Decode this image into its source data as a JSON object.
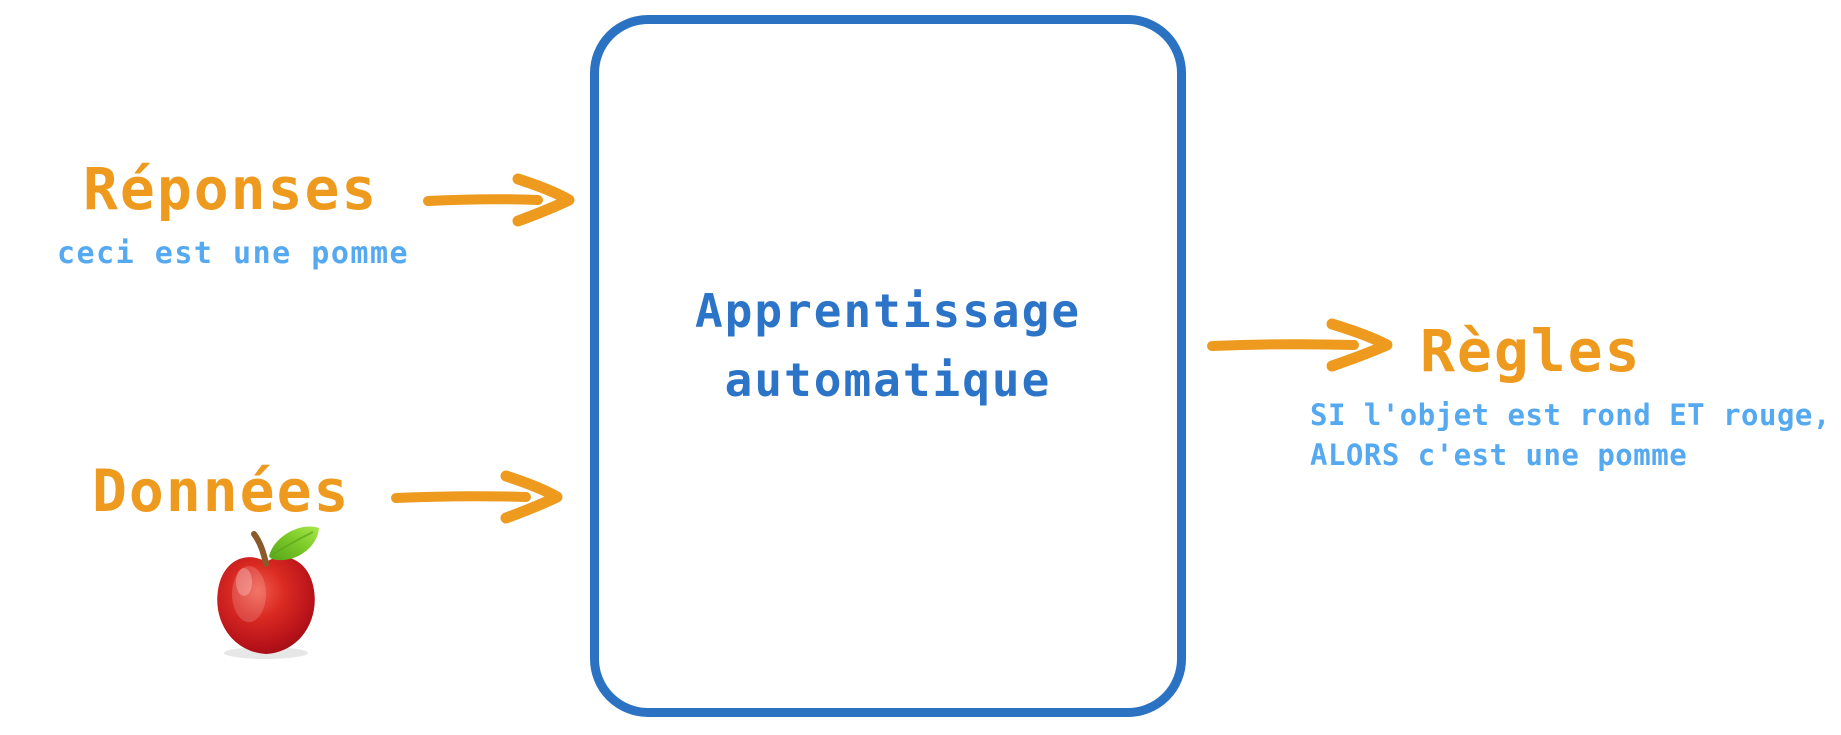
{
  "colors": {
    "accent_orange": "#ED9A1E",
    "box_border_blue": "#2B73C2",
    "process_text_blue": "#2B74C7",
    "example_text_blue": "#55A9F0",
    "apple_red": "#C41A1C",
    "leaf_green": "#6FC32A"
  },
  "nodes": {
    "responses": {
      "label": "Réponses",
      "example": "ceci est une pomme"
    },
    "data": {
      "label": "Données"
    },
    "process": {
      "line1": "Apprentissage",
      "line2": "automatique"
    },
    "rules": {
      "label": "Règles",
      "example_line1": "SI l'objet est rond ET rouge,",
      "example_line2": "ALORS c'est une pomme"
    }
  },
  "icons": {
    "apple": "red-apple-with-green-leaf",
    "arrow": "orange-right-arrow"
  }
}
